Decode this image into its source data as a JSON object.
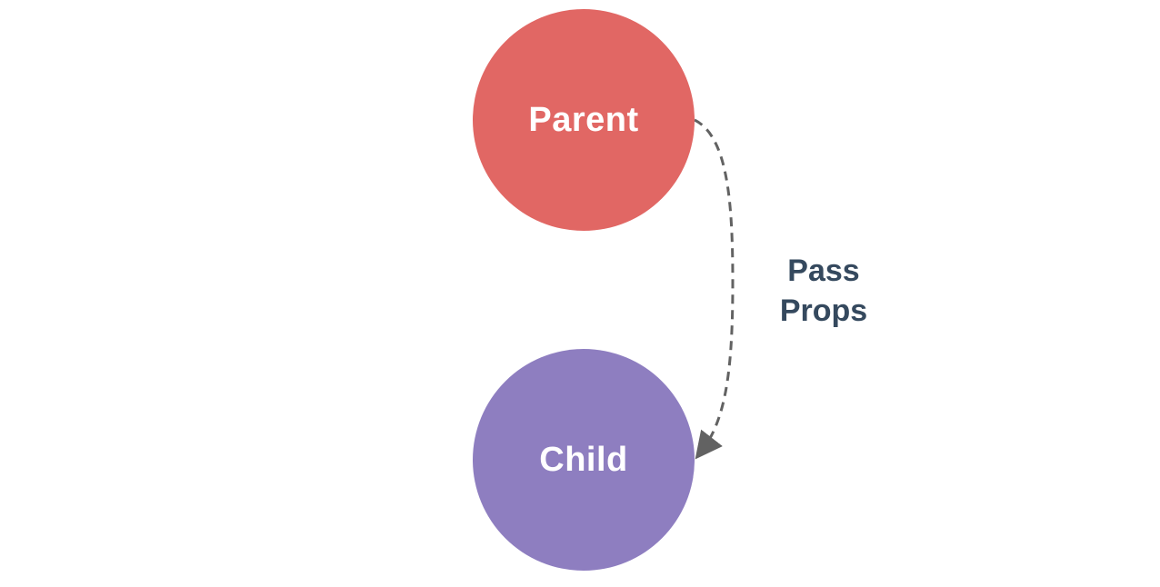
{
  "diagram": {
    "nodes": [
      {
        "id": "parent",
        "label": "Parent",
        "color": "#e16764"
      },
      {
        "id": "child",
        "label": "Child",
        "color": "#8e7ec0"
      }
    ],
    "edge": {
      "from": "parent",
      "to": "child",
      "label_lines": [
        "Pass",
        "Props"
      ],
      "style": "dashed-arrow",
      "stroke_color": "#626262",
      "label_color": "#35495e"
    }
  }
}
